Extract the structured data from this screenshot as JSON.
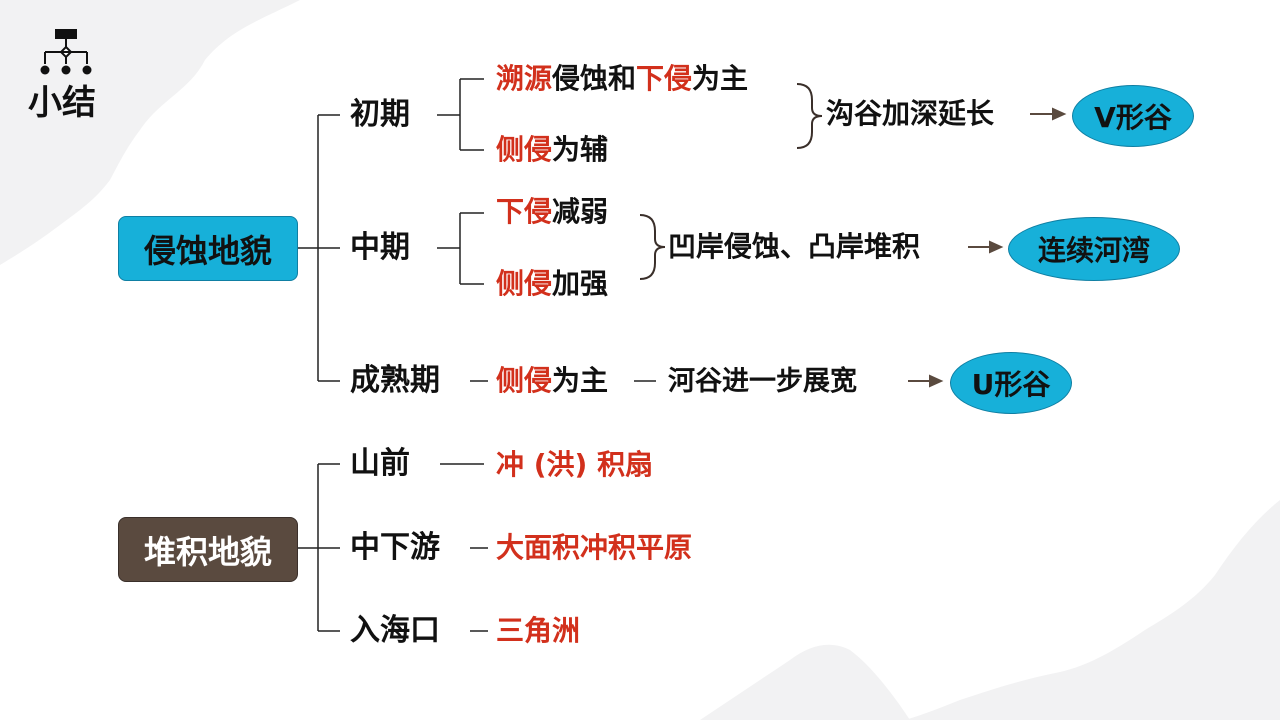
{
  "title": "小结",
  "colors": {
    "accent_blue": "#17b0d9",
    "accent_brown": "#5a4a3f",
    "emphasis_red": "#d2301c",
    "text": "#111111"
  },
  "erosion": {
    "root": "侵蚀地貌",
    "early": {
      "label": "初期",
      "r1": {
        "a": "溯源",
        "b": "侵蚀和",
        "c": "下侵",
        "d": "为主"
      },
      "r2": {
        "a": "侧侵",
        "b": "为辅"
      },
      "result": "沟谷加深延长",
      "landform": "V形谷"
    },
    "middle": {
      "label": "中期",
      "r1": {
        "a": "下侵",
        "b": "减弱"
      },
      "r2": {
        "a": "侧侵",
        "b": "加强"
      },
      "result": "凹岸侵蚀、凸岸堆积",
      "landform": "连续河湾"
    },
    "mature": {
      "label": "成熟期",
      "r1": {
        "a": "侧侵",
        "b": "为主"
      },
      "result": "河谷进一步展宽",
      "landform": "U形谷"
    }
  },
  "deposition": {
    "root": "堆积地貌",
    "items": [
      {
        "label": "山前",
        "value": "冲 (洪) 积扇"
      },
      {
        "label": "中下游",
        "value": "大面积冲积平原"
      },
      {
        "label": "入海口",
        "value": "三角洲"
      }
    ]
  }
}
